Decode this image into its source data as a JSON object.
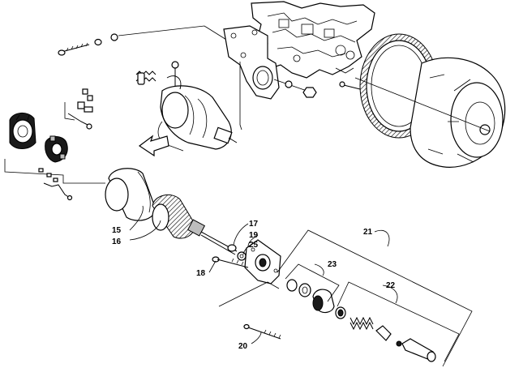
{
  "callouts": {
    "c15": "15",
    "c16": "16",
    "c17": "17",
    "c18": "18",
    "c19": "19",
    "c20": "20",
    "c21": "21",
    "c22": "22",
    "c23": "23",
    "c25": "25"
  }
}
